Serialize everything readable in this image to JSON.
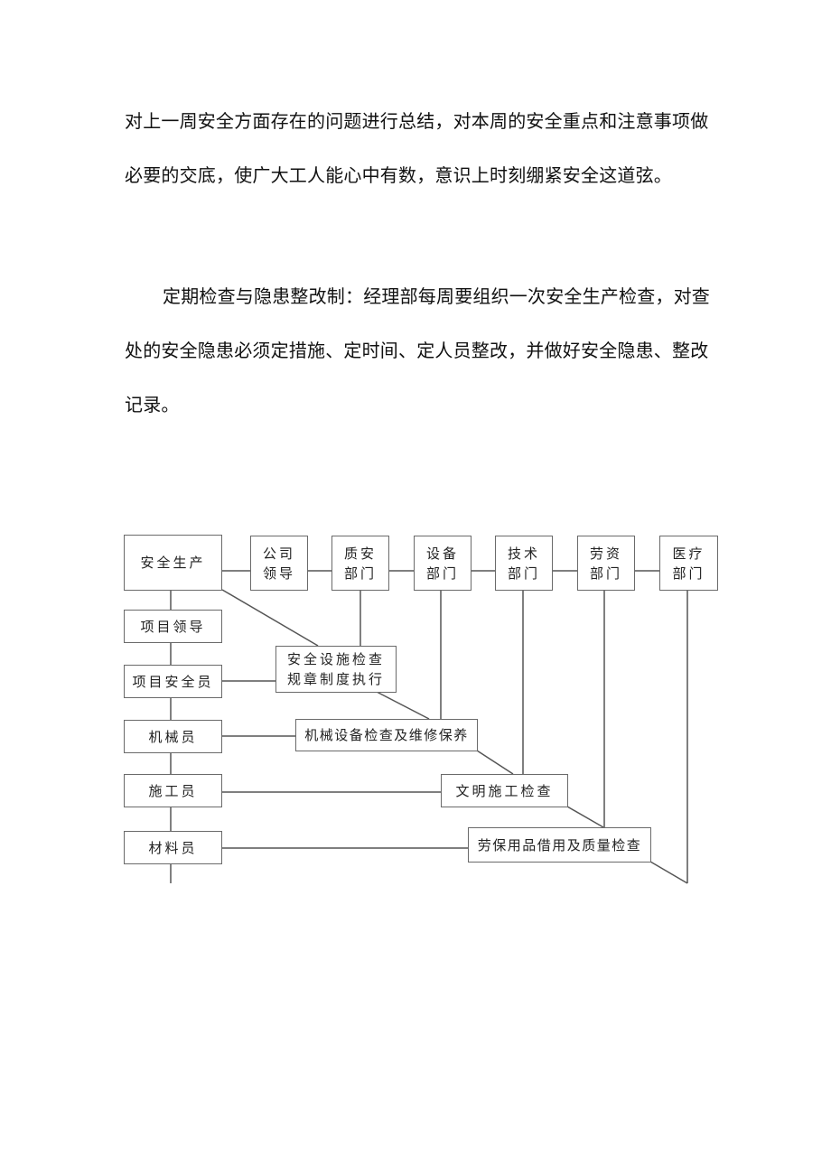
{
  "text": {
    "p1": "对上一周安全方面存在的问题进行总结，对本周的安全重点和注意事项做必要的交底，使广大工人能心中有数，意识上时刻绷紧安全这道弦。",
    "p2": "定期检查与隐患整改制：经理部每周要组织一次安全生产检查，对查处的安全隐患必须定措施、定时间、定人员整改，并做好安全隐患、整改记录。"
  },
  "diagram": {
    "top": {
      "safety_production": "安全生产",
      "company_leaders": "公司\n领导",
      "quality_safety": "质安\n部门",
      "equipment": "设备\n部门",
      "technical": "技术\n部门",
      "labor": "劳资\n部门",
      "medical": "医疗\n部门"
    },
    "left": {
      "project_leader": "项目领导",
      "project_safety_officer": "项目安全员",
      "mechanic": "机械员",
      "constructor": "施工员",
      "material": "材料员"
    },
    "tasks": {
      "facility_check": "安全设施检查\n规章制度执行",
      "machine_check": "机械设备检查及维修保养",
      "civilized_check": "文明施工检查",
      "labor_protection_check": "劳保用品借用及质量检查"
    }
  }
}
